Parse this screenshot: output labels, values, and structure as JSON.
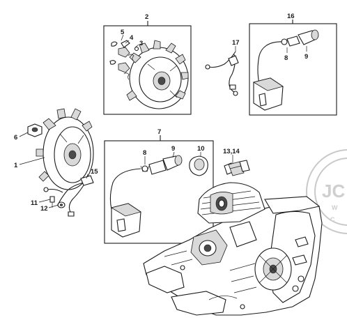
{
  "callouts": {
    "c1": "1",
    "c2": "2",
    "c3": "3",
    "c4": "4",
    "c5": "5",
    "c6": "6",
    "c7": "7",
    "c8a": "8",
    "c8b": "8",
    "c9a": "9",
    "c9b": "9",
    "c10": "10",
    "c11": "11",
    "c12": "12",
    "c13_14": "13,14",
    "c15": "15",
    "c16": "16",
    "c17": "17"
  },
  "watermark": {
    "big": "JC",
    "small1": "W",
    "small2": "C"
  }
}
